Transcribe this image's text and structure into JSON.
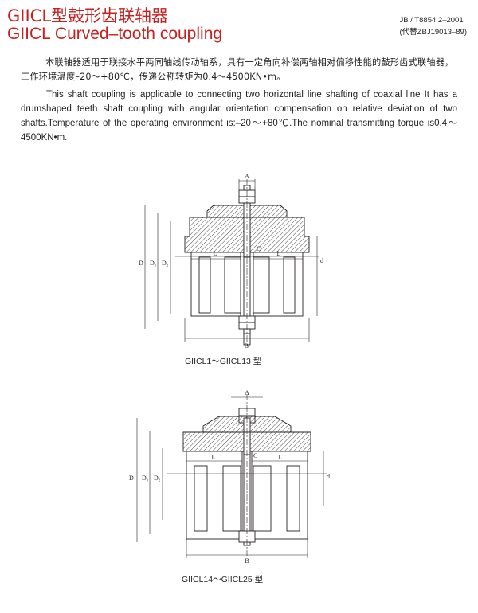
{
  "header": {
    "title_cn": "GIICL型鼓形齿联轴器",
    "title_en": "GIICL Curved–tooth coupling",
    "standard": "JB / T8854.2–2001",
    "replaces": "(代替ZBJ19013–89)"
  },
  "description": {
    "cn": "本联轴器适用于联接水平两同轴线传动轴系，具有一定角向补偿两轴相对偏移性能的鼓形齿式联轴器，工作环境温度–20～+80℃，传递公称转矩为0.4～4500KN•m。",
    "en": "This shaft coupling is applicable to connecting two horizontal line shafting of coaxial line It has a drumshaped teeth shaft coupling with angular orientation compensation on relative deviation of two shafts.Temperature of the operating environment is:–20～+80℃.The nominal transmitting torque is0.4～4500KN•m."
  },
  "figures": [
    {
      "caption": "GIICL1～GIICL13 型",
      "labels": {
        "A": "A",
        "B": "B'",
        "C": "C",
        "L_left": "L",
        "L_right": "L",
        "D": "D",
        "D1": "D₁",
        "D2": "D₂",
        "d": "d"
      }
    },
    {
      "caption": "GIICL14～GIICL25 型",
      "labels": {
        "A": "A",
        "B": "B",
        "C": "C",
        "L_left": "L",
        "L_right": "L",
        "D": "D",
        "D1": "D₁",
        "D2": "D₂",
        "d": "d"
      }
    }
  ],
  "colors": {
    "title": "#c8201f",
    "text": "#231f20"
  }
}
